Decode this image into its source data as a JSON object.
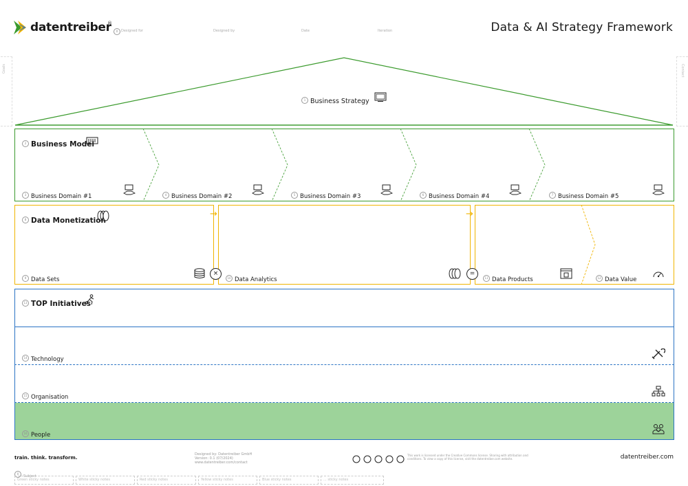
{
  "header": {
    "logo_text": "datentreiber",
    "logo_mark": "®",
    "meta_fields": [
      "Designed for",
      "Designed by",
      "Date",
      "Iteration"
    ],
    "title": "Data & AI Strategy Framework"
  },
  "colors": {
    "green": "#3a9a2c",
    "yellow": "#f0b400",
    "blue": "#2a73c4",
    "people_fill": "#9dd39a"
  },
  "strategy": {
    "num": "1",
    "label": "Business Strategy",
    "icon": "monitor-icon"
  },
  "business_model": {
    "num": "2",
    "label": "Business Model",
    "icon": "server-icon",
    "domains": [
      {
        "num": "3",
        "label": "Business Domain #1"
      },
      {
        "num": "4",
        "label": "Business Domain #2"
      },
      {
        "num": "5",
        "label": "Business Domain #3"
      },
      {
        "num": "6",
        "label": "Business Domain #4"
      },
      {
        "num": "7",
        "label": "Business Domain #5"
      }
    ]
  },
  "data_monetization": {
    "num": "8",
    "label": "Data Monetization",
    "icon": "coins-icon",
    "items": [
      {
        "num": "9",
        "label": "Data Sets"
      },
      {
        "num": "10",
        "label": "Data Analytics"
      },
      {
        "num": "11",
        "label": "Data Products"
      },
      {
        "num": "12",
        "label": "Data Value"
      }
    ],
    "operator_multiply": "×",
    "operator_equals": "=",
    "arrow": "→"
  },
  "top_initiatives": {
    "num": "13",
    "label": "TOP Initiatives",
    "icon": "runner-icon",
    "rows": [
      {
        "num": "14",
        "label": "Technology"
      },
      {
        "num": "15",
        "label": "Organisation"
      },
      {
        "num": "16",
        "label": "People"
      }
    ]
  },
  "side_labels": {
    "left": "Goals",
    "right": "Contact"
  },
  "footer": {
    "tagline": "train. think. transform.",
    "address": [
      "Designed by: Datentreiber GmbH",
      "Version: 0.1 (07/2024)",
      "www.datentreiber.com/contact"
    ],
    "license_text": "This work is licensed under the Creative Commons license. Sharing with attribution and conditions. To view a copy of this license, visit the datentreiber.com website.",
    "website": "datentreiber.com",
    "subject_label": "Subject"
  },
  "sticky_notes": [
    "Green sticky notes",
    "White sticky notes",
    "Red sticky notes",
    "Yellow sticky notes",
    "Blue sticky notes",
    "... sticky notes"
  ]
}
